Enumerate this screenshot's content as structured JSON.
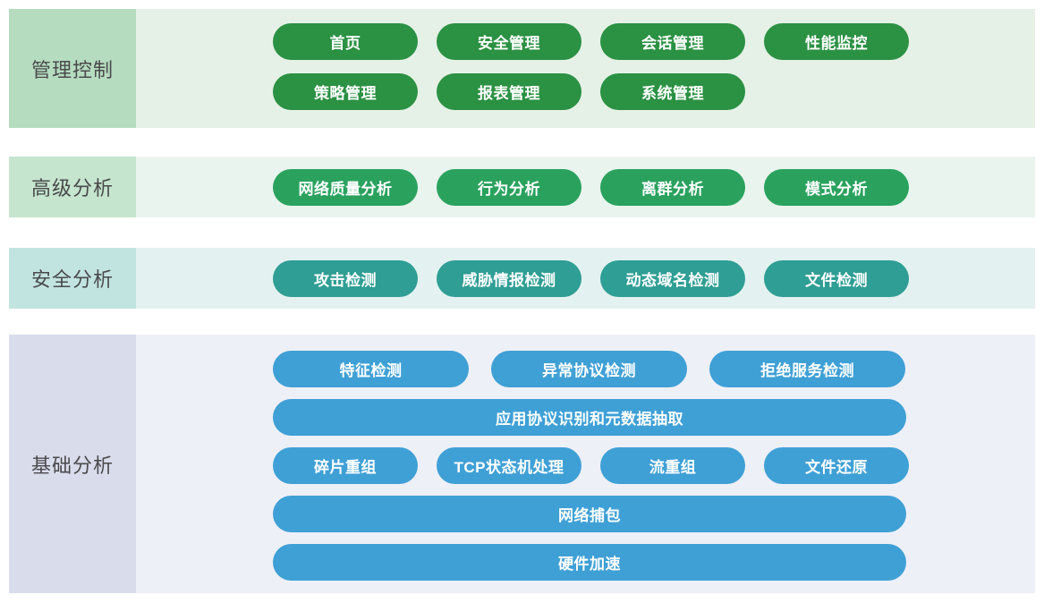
{
  "page": {
    "background": "#ffffff"
  },
  "sections": [
    {
      "id": "management-control",
      "label": "管理控制",
      "label_bg": "#b6dcc0",
      "body_bg": "#e5f1e7",
      "pill_bg": "#2b9143",
      "rows": [
        {
          "layout": "w4",
          "pills": [
            {
              "name": "home",
              "label": "首页"
            },
            {
              "name": "security-management",
              "label": "安全管理"
            },
            {
              "name": "session-management",
              "label": "会话管理"
            },
            {
              "name": "performance-monitoring",
              "label": "性能监控"
            }
          ]
        },
        {
          "layout": "w4",
          "pills": [
            {
              "name": "policy-management",
              "label": "策略管理"
            },
            {
              "name": "report-management",
              "label": "报表管理"
            },
            {
              "name": "system-management",
              "label": "系统管理"
            }
          ]
        }
      ]
    },
    {
      "id": "advanced-analysis",
      "label": "高级分析",
      "label_bg": "#c5e5cf",
      "body_bg": "#e9f4ee",
      "pill_bg": "#2aa25e",
      "rows": [
        {
          "layout": "w4",
          "pills": [
            {
              "name": "network-quality-analysis",
              "label": "网络质量分析"
            },
            {
              "name": "behavior-analysis",
              "label": "行为分析"
            },
            {
              "name": "outlier-analysis",
              "label": "离群分析"
            },
            {
              "name": "pattern-analysis",
              "label": "模式分析"
            }
          ]
        }
      ]
    },
    {
      "id": "security-analysis",
      "label": "安全分析",
      "label_bg": "#c2e4e0",
      "body_bg": "#e3f2f0",
      "pill_bg": "#2f9e94",
      "rows": [
        {
          "layout": "w4",
          "pills": [
            {
              "name": "attack-detection",
              "label": "攻击检测"
            },
            {
              "name": "threat-intel-detection",
              "label": "威胁情报检测"
            },
            {
              "name": "dynamic-domain-detection",
              "label": "动态域名检测"
            },
            {
              "name": "file-detection",
              "label": "文件检测"
            }
          ]
        }
      ]
    },
    {
      "id": "basic-analysis",
      "label": "基础分析",
      "label_bg": "#d9dceb",
      "body_bg": "#eef0f7",
      "pill_bg": "#3fa0d6",
      "rows": [
        {
          "layout": "w3",
          "pills": [
            {
              "name": "signature-detection",
              "label": "特征检测"
            },
            {
              "name": "abnormal-protocol-detection",
              "label": "异常协议检测"
            },
            {
              "name": "dos-detection",
              "label": "拒绝服务检测"
            }
          ]
        },
        {
          "layout": "full",
          "pills": [
            {
              "name": "app-protocol-identification-metadata-extraction",
              "label": "应用协议识别和元数据抽取"
            }
          ]
        },
        {
          "layout": "w4",
          "pills": [
            {
              "name": "fragment-reassembly",
              "label": "碎片重组"
            },
            {
              "name": "tcp-state-machine-processing",
              "label": "TCP状态机处理"
            },
            {
              "name": "flow-reassembly",
              "label": "流重组"
            },
            {
              "name": "file-restoration",
              "label": "文件还原"
            }
          ]
        },
        {
          "layout": "full",
          "pills": [
            {
              "name": "packet-capture",
              "label": "网络捕包"
            }
          ]
        },
        {
          "layout": "full",
          "pills": [
            {
              "name": "hardware-acceleration",
              "label": "硬件加速"
            }
          ]
        }
      ]
    }
  ]
}
